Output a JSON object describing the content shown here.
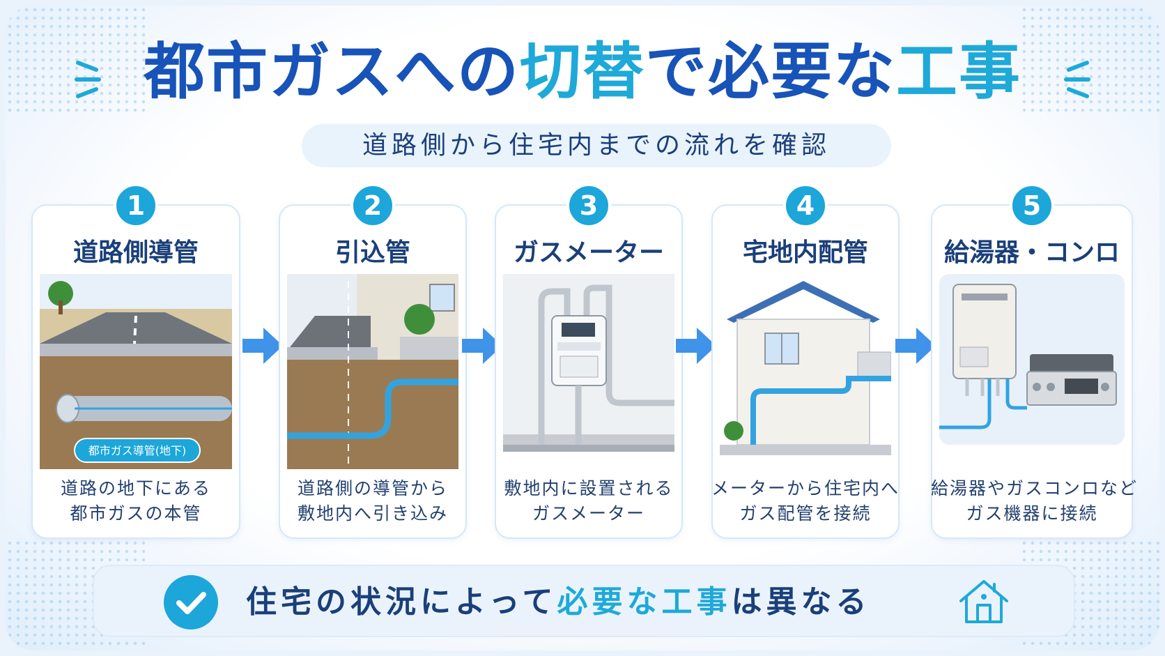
{
  "title": {
    "part1": "都市ガスへの",
    "part2": "切替",
    "part3": "で",
    "part4": "必要な",
    "part5": "工事"
  },
  "subtitle": "道路側から住宅内までの流れを確認",
  "steps": [
    {
      "number": "1",
      "title": "道路側導管",
      "label": "都市ガス導管(地下)",
      "desc1": "道路の地下にある",
      "desc2": "都市ガスの本管"
    },
    {
      "number": "2",
      "title": "引込管",
      "desc1": "道路側の導管から",
      "desc2": "敷地内へ引き込み"
    },
    {
      "number": "3",
      "title": "ガスメーター",
      "desc1": "敷地内に設置される",
      "desc2": "ガスメーター"
    },
    {
      "number": "4",
      "title": "宅地内配管",
      "desc1": "メーターから住宅内へ",
      "desc2": "ガス配管を接続"
    },
    {
      "number": "5",
      "title": "給湯器・コンロ",
      "desc1": "給湯器やガスコンロなど",
      "desc2": "ガス機器に接続"
    }
  ],
  "banner": {
    "part1": "住宅の状況によって",
    "part2": "必要な工事",
    "part3": "は異なる"
  },
  "colors": {
    "dark_blue": "#1753b8",
    "light_blue": "#1ea9d8",
    "navy_text": "#1a3f7a",
    "arrow_blue": "#3f93e8"
  }
}
